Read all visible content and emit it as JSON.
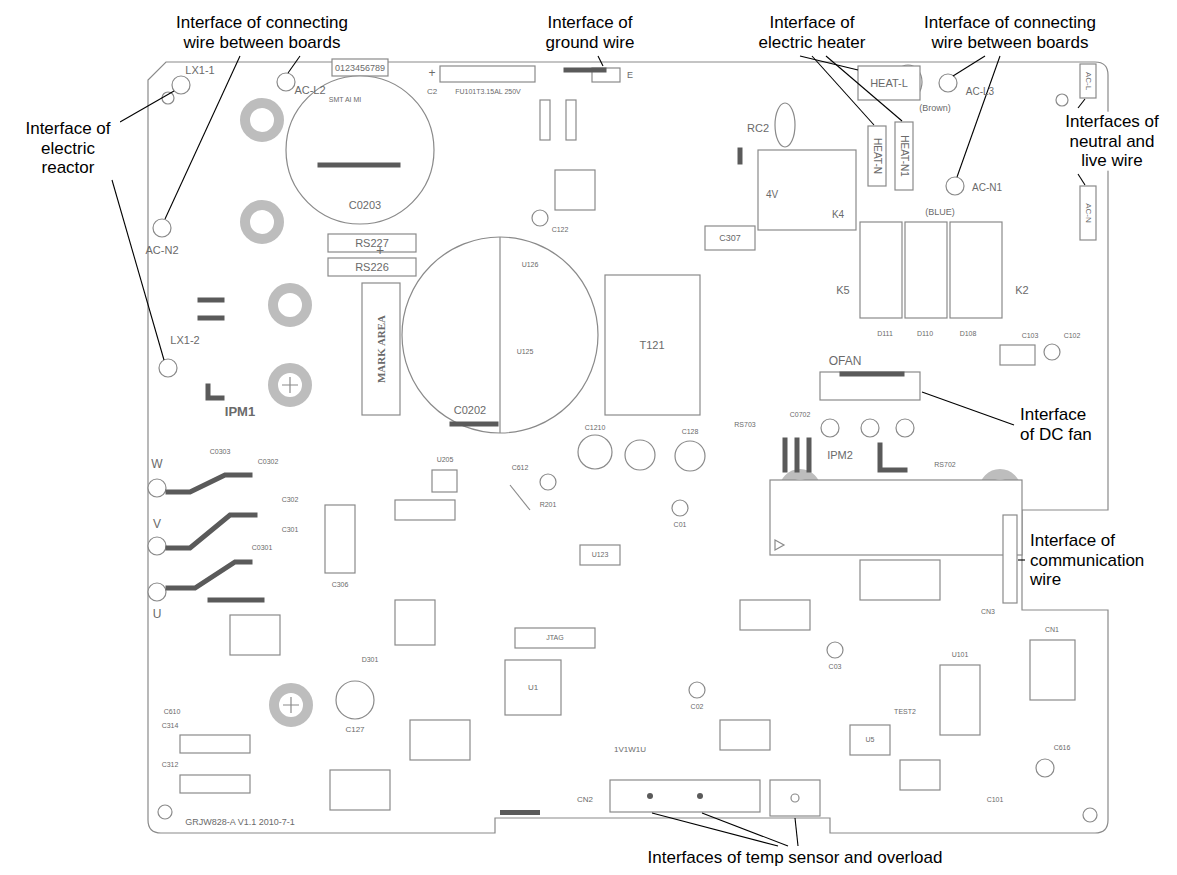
{
  "diagram": {
    "labels": [
      "Interface of connecting wire between boards",
      "Interface of ground wire",
      "Interface of electric heater",
      "Interface of connecting wire between boards",
      "Interface of electric reactor",
      "Interfaces of neutral and live wire",
      "Interface of DC fan",
      "Interface of communication wire",
      "Interfaces of temp sensor and overload",
      "LX1-1",
      "AC-L2",
      "0123456789",
      "SMT AI MI",
      "C0203",
      "AC-N2",
      "RS227",
      "RS226",
      "LX1-2",
      "+",
      "C2",
      "FU101T3.15AL 250V",
      "E",
      "HEAT-L",
      "(Brown)",
      "AC-L3",
      "AC-L",
      "RC2",
      "4V",
      "HEAT-N",
      "HEAT-N1",
      "(BLUE)",
      "AC-N1",
      "AC-N",
      "K4",
      "C307",
      "K5",
      "K2",
      "T121",
      "OFAN",
      "C0202",
      "+",
      "MARK AREA",
      "IPM1",
      "IPM2",
      "W",
      "V",
      "U",
      "C0303",
      "C0302",
      "C0301",
      "C302",
      "C301",
      "C306",
      "C127",
      "D301",
      "C610",
      "C314",
      "C312",
      "GRJW828-A V1.1 2010-7-1",
      "JTAG",
      "U1",
      "U205",
      "R201",
      "C612",
      "C1210",
      "C128",
      "U123",
      "C01",
      "C02",
      "C03",
      "1V1W1U",
      "CN2",
      "U5",
      "TEST2",
      "U101",
      "CN1",
      "CN3",
      "C616",
      "C101",
      "C122",
      "U125",
      "U126",
      "C102",
      "C103",
      "D111",
      "D110",
      "D108",
      "C0702",
      "RS703",
      "RS702"
    ]
  }
}
